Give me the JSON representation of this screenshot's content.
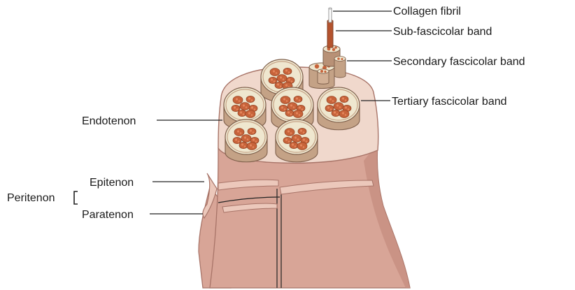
{
  "labels": {
    "collagen_fibril": "Collagen fibril",
    "sub_fascicolar_band": "Sub-fascicolar band",
    "secondary_fascicolar_band": "Secondary fascicolar band",
    "tertiary_fascicolar_band": "Tertiary fascicolar band",
    "endotenon": "Endotenon",
    "epitenon": "Epitenon",
    "peritenon": "Peritenon",
    "paratenon": "Paratenon"
  },
  "colors": {
    "tendon_skin": "#d8a597",
    "tendon_outline": "#a87468",
    "tendon_shadow": "#c48c7e",
    "cap_surface": "#f0d8cc",
    "fascicle_wall": "#c4a286",
    "fascicle_fill": "#efe7cf",
    "fibre_bundle": "#c7633a",
    "fibre_dot": "#e4865c",
    "sheath_light": "#ecc8bb"
  }
}
